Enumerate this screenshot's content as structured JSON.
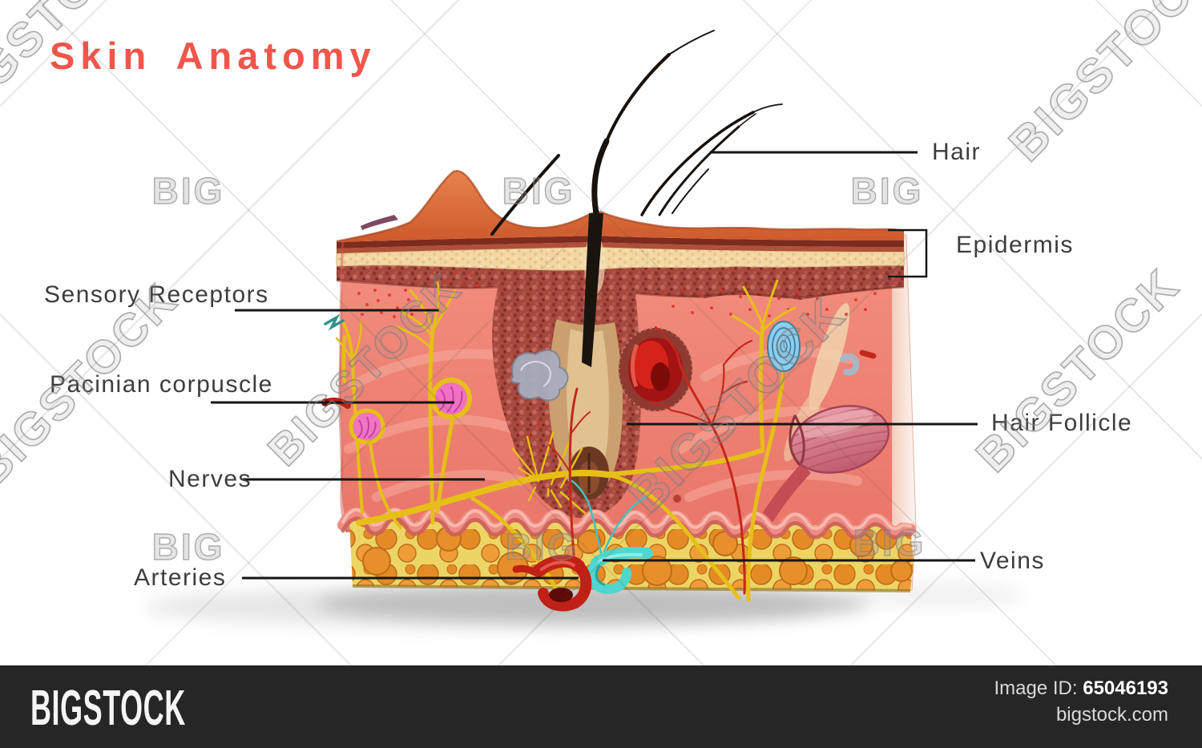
{
  "title": {
    "text": "Skin Anatomy",
    "color": "#f0564a"
  },
  "labels": {
    "sensory_receptors": {
      "text": "Sensory Receptors"
    },
    "pacinian_corpuscle": {
      "text": "Pacinian corpuscle"
    },
    "nerves": {
      "text": "Nerves"
    },
    "arteries": {
      "text": "Arteries"
    },
    "hair": {
      "text": "Hair"
    },
    "epidermis": {
      "text": "Epidermis"
    },
    "hair_follicle": {
      "text": "Hair Follicle"
    },
    "veins": {
      "text": "Veins"
    }
  },
  "watermarks": {
    "big_text": "BIG",
    "bigstock_text": "BIGSTOCK"
  },
  "footer": {
    "brand": "BIGSTOCK",
    "image_id_label": "Image ID:",
    "image_id_value": "65046193",
    "website": "bigstock.com",
    "bar_color": "#262626"
  },
  "palette": {
    "label_text": "#3d3d3d",
    "leader_line": "#151515",
    "skin_surface": "#d96b3a",
    "epidermis_layer": "#a6493e",
    "dermis": "#ef8276",
    "fat_base": "#ecd564",
    "fat_lobule": "#e58a26",
    "nerve_yellow": "#e6bf17",
    "artery_red": "#c02015",
    "vein_cyan": "#4fd6cf",
    "corpuscle_pink": "#f171c2",
    "receptor_blue": "#85c8ea"
  }
}
